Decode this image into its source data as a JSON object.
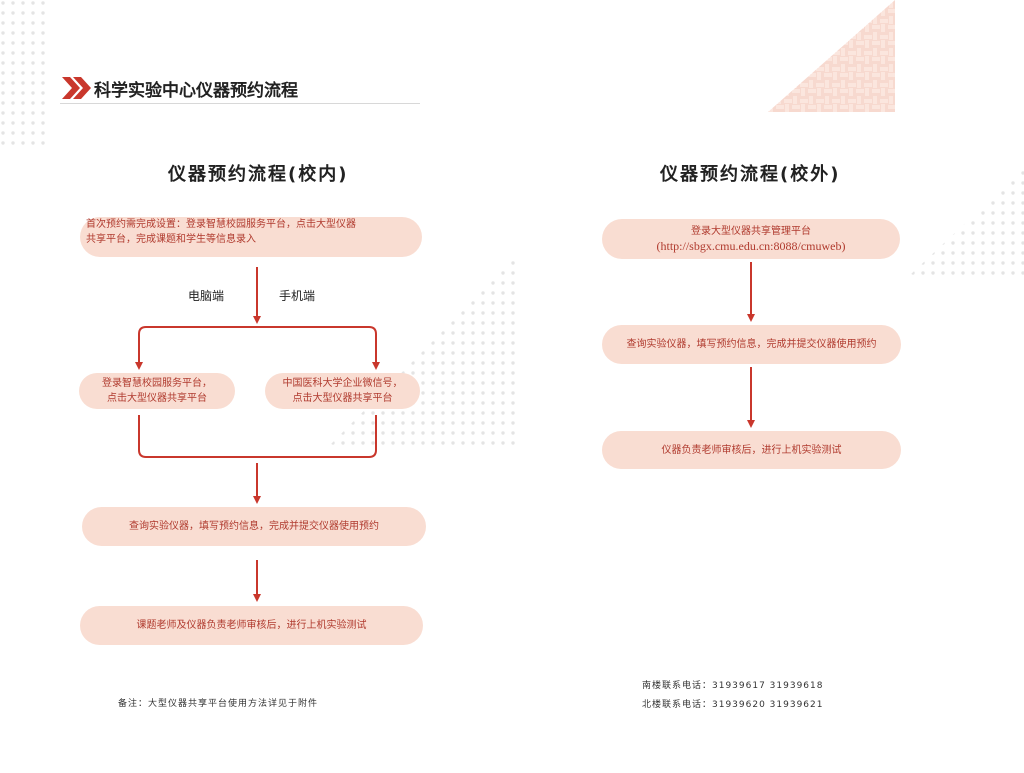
{
  "header": {
    "title": "科学实验中心仪器预约流程"
  },
  "left": {
    "title": "仪器预约流程(校内)",
    "step1": [
      "首次预约需完成设置：登录智慧校园服务平台，点击大型仪器",
      "共享平台，完成课题和学生等信息录入"
    ],
    "branch_pc": "电脑端",
    "branch_mobile": "手机端",
    "pc_box": [
      "登录智慧校园服务平台，",
      "点击大型仪器共享平台"
    ],
    "mobile_box": [
      "中国医科大学企业微信号，",
      "点击大型仪器共享平台"
    ],
    "step3": "查询实验仪器，填写预约信息，完成并提交仪器使用预约",
    "step4": "课题老师及仪器负责老师审核后，进行上机实验测试",
    "note": "备注：大型仪器共享平台使用方法详见于附件"
  },
  "right": {
    "title": "仪器预约流程(校外)",
    "step1": [
      "登录大型仪器共享管理平台",
      "(http://sbgx.cmu.edu.cn:8088/cmuweb)"
    ],
    "step2": "查询实验仪器，填写预约信息，完成并提交仪器使用预约",
    "step3": "仪器负责老师审核后，进行上机实验测试",
    "contact_south": "南楼联系电话：31939617  31939618",
    "contact_north": "北楼联系电话：31939620  31939621"
  },
  "colors": {
    "accent": "#c9372c",
    "pill": "#f9ddd2",
    "pill_text": "#b03a2e"
  }
}
